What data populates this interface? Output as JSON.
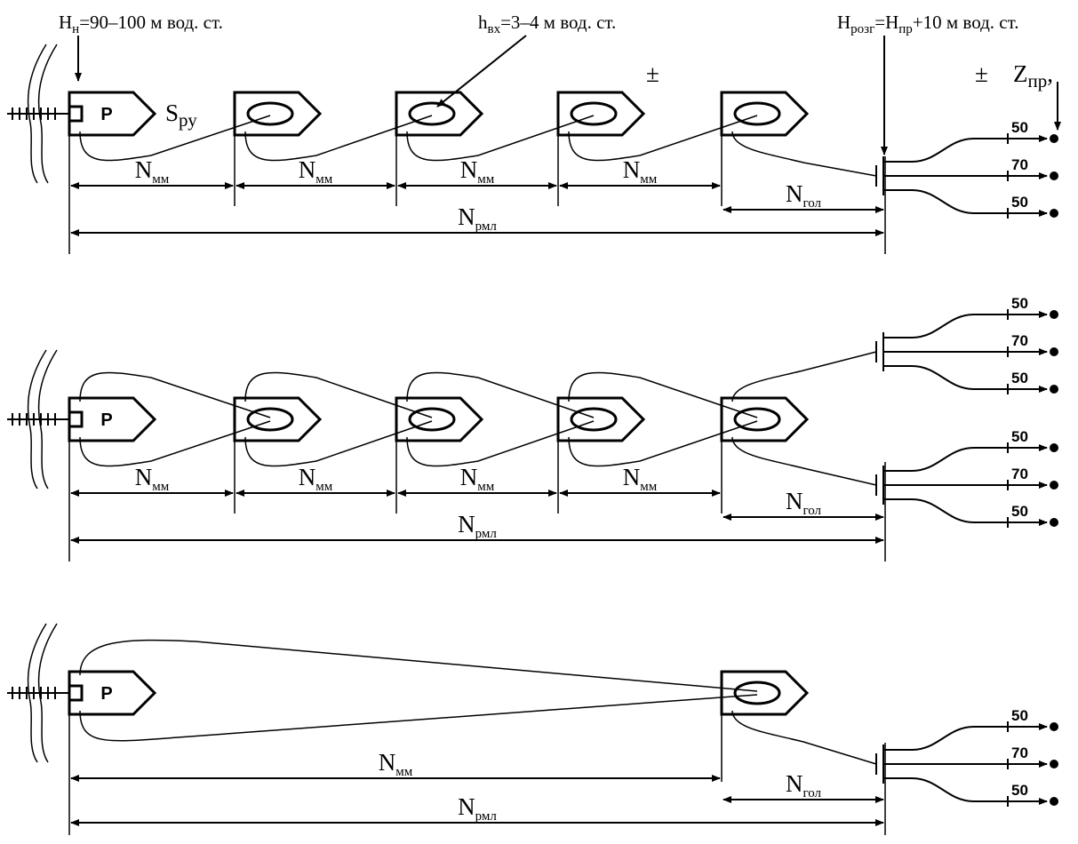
{
  "annotations": {
    "pump_head": {
      "main": "H",
      "sub": "н",
      "rest": "=90–100 м вод. ст."
    },
    "inlet_head": {
      "main": "h",
      "sub": "вх",
      "rest": "=3–4 м вод. ст."
    },
    "fork_head": {
      "main": "H",
      "sub1": "розг",
      "mid": "=H",
      "sub2": "пр",
      "rest": "+10 м вод. ст."
    },
    "pump_speed": {
      "main": "S",
      "sub": "ру"
    },
    "nozzle_elev": {
      "main": "Z",
      "sub": "пр",
      "rest": ","
    },
    "plus_minus": "±"
  },
  "pump_label": "P",
  "dimension_labels": {
    "segment": {
      "main": "N",
      "sub": "мм"
    },
    "hose": {
      "main": "N",
      "sub": "гол"
    },
    "total": {
      "main": "N",
      "sub": "рмл"
    }
  },
  "branch_diameters": [
    "50",
    "70",
    "50"
  ]
}
